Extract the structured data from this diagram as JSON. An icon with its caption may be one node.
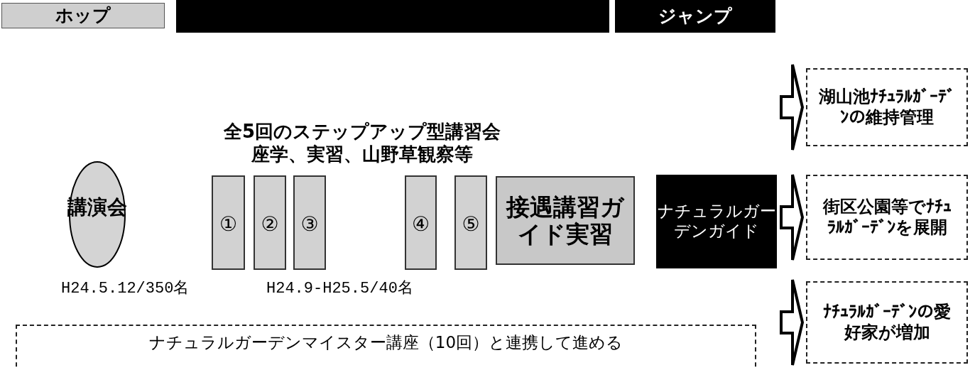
{
  "diagram": {
    "nodes": [
      {
        "text": [
          "ホップ"
        ]
      },
      {
        "text": [],
        "shape": "bar"
      },
      {
        "text": [
          "ジャンプ"
        ]
      },
      {
        "text": [
          "講演会"
        ],
        "beside": [
          "H24.5.12/350名"
        ]
      },
      {
        "text": [
          "①"
        ]
      },
      {
        "text": [
          "②"
        ]
      },
      {
        "text": [
          "③"
        ]
      },
      {
        "text": [
          "④"
        ]
      },
      {
        "text": [
          "⑤"
        ]
      },
      {
        "text": [
          "接遇講習ガイド実習"
        ]
      },
      {
        "text": [
          "ナチュラルガーデンガイド"
        ]
      },
      {
        "text": [
          "湖山池ﾅﾁｭﾗﾙｶﾞｰﾃﾞﾝの維持管理"
        ]
      },
      {
        "text": [
          "街区公園等でﾅﾁｭﾗﾙｶﾞｰﾃﾞﾝを展開"
        ]
      },
      {
        "text": [
          "ﾅﾁｭﾗﾙｶﾞｰﾃﾞﾝの愛好家が増加"
        ]
      },
      {
        "text": [
          "ナチュラルガーデンマイスター講座（10回）と連携して進める"
        ]
      }
    ],
    "edges": [
      {
        "from": null,
        "to": 11,
        "arrow": "to"
      },
      {
        "from": null,
        "to": 12,
        "arrow": "to"
      },
      {
        "from": null,
        "to": 13,
        "arrow": "to"
      }
    ],
    "labels": [
      "全5回のステップアップ型講習会",
      "座学、実習、山野草観察等",
      "H24.9-H25.5/40名"
    ]
  }
}
